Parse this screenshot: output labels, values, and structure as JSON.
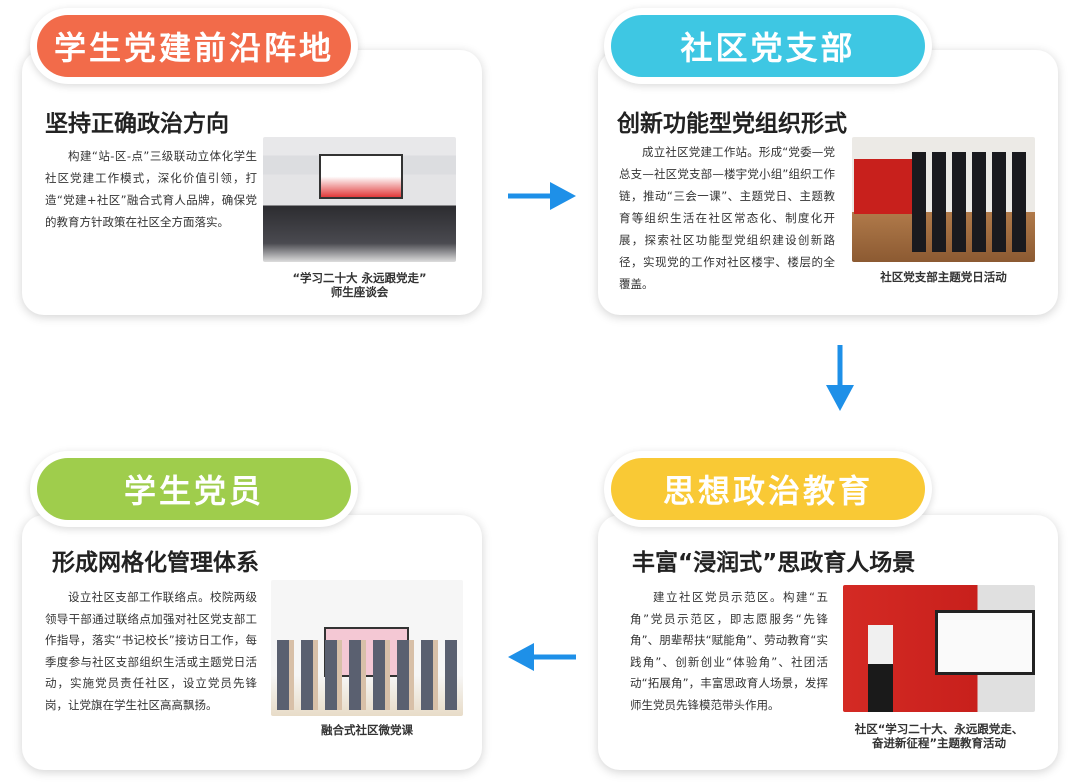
{
  "colors": {
    "orange": "#f26b4a",
    "cyan": "#3ec7e3",
    "green": "#9fcd4c",
    "yellow": "#f9c935",
    "arrow": "#1e90e8"
  },
  "panels": [
    {
      "tag": "学生党建前沿阵地",
      "subtitle": "坚持正确政治方向",
      "body": "构建“站-区-点”三级联动立体化学生社区党建工作模式，深化价值引领，打造“党建+社区”融合式育人品牌，确保党的教育方针政策在社区全方面落实。",
      "caption": [
        "“学习二十大 永远跟党走”",
        "师生座谈会"
      ]
    },
    {
      "tag": "社区党支部",
      "subtitle": "创新功能型党组织形式",
      "body": "成立社区党建工作站。形成“党委—党总支—社区党支部—楼宇党小组”组织工作链，推动“三会一课”、主题党日、主题教育等组织生活在社区常态化、制度化开展，探索社区功能型党组织建设创新路径，实现党的工作对社区楼宇、楼层的全覆盖。",
      "caption": [
        "社区党支部主题党日活动"
      ]
    },
    {
      "tag": "学生党员",
      "subtitle": "形成网格化管理体系",
      "body": "设立社区支部工作联络点。校院两级领导干部通过联络点加强对社区党支部工作指导，落实“书记校长”接访日工作，每季度参与社区支部组织生活或主题党日活动，实施党员责任社区，设立党员先锋岗，让党旗在学生社区高高飘扬。",
      "caption": [
        "融合式社区微党课"
      ]
    },
    {
      "tag": "思想政治教育",
      "subtitle": "丰富“浸润式”思政育人场景",
      "body": "建立社区党员示范区。构建“五角”党员示范区，即志愿服务“先锋角”、朋辈帮扶“赋能角”、劳动教育“实践角”、创新创业“体验角”、社团活动“拓展角”，丰富思政育人场景，发挥师生党员先锋模范带头作用。",
      "caption": [
        "社区“学习二十大、永远跟党走、",
        "奋进新征程”主题教育活动"
      ]
    }
  ]
}
